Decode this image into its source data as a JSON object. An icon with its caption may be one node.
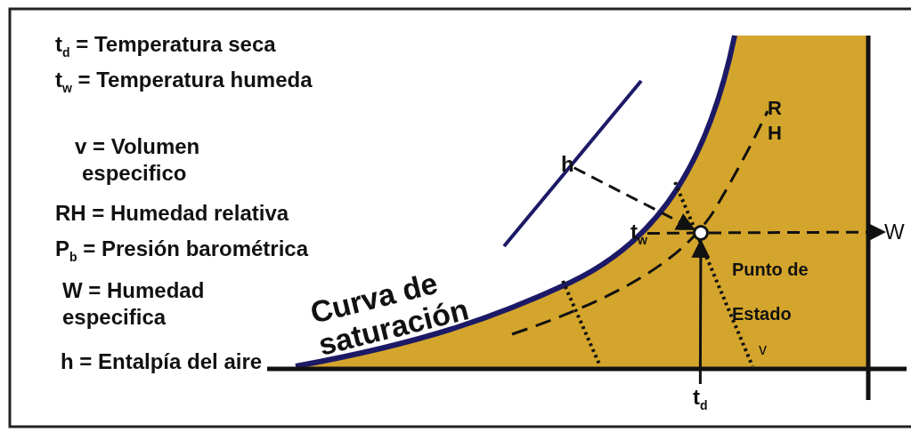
{
  "diagram": {
    "nodes": [
      {
        "text": [],
        "shape": "circle",
        "beside": [
          "Punto de Estado"
        ]
      },
      {
        "text": [
          "h"
        ]
      },
      {
        "text": [
          "t$_{w}$"
        ]
      },
      {
        "text": [
          "t$_{d}$"
        ]
      },
      {
        "text": [
          "W"
        ]
      }
    ],
    "edges": [
      {
        "from": 1,
        "to": 0,
        "arrow": "to",
        "style": "dashed"
      },
      {
        "from": 2,
        "to": 0,
        "arrow": "none",
        "style": "dashed"
      },
      {
        "from": 3,
        "to": 0,
        "arrow": "to"
      },
      {
        "from": 0,
        "to": 4,
        "arrow": "to",
        "style": "dashed"
      }
    ],
    "labels": [
      "t$_{d}$ = Temperatura seca",
      "t$_{w}$ = Temperatura humeda",
      "v = Volumen especifico",
      "RH = Humedad relativa",
      "P$_{b}$ = Presión barométrica",
      "W = Humedad especifica",
      "h = Entalpía del aire",
      "Curva de saturación",
      "R H",
      "v"
    ]
  }
}
